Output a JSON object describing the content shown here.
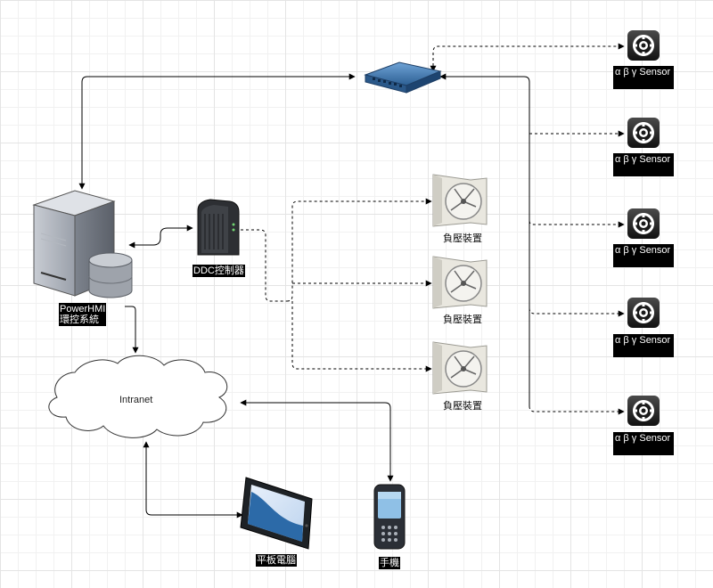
{
  "nodes": {
    "server_label_line1": "PowerHMI",
    "server_label_line2": "環控系統",
    "ddc_label": "DDC控制器",
    "fan_label_1": "負壓裝置",
    "fan_label_2": "負壓裝置",
    "fan_label_3": "負壓裝置",
    "cloud_label": "Intranet",
    "tablet_label": "平板電腦",
    "phone_label": "手機"
  },
  "sensors": [
    {
      "label": "α  β  γ Sensor"
    },
    {
      "label": "α  β  γ Sensor"
    },
    {
      "label": "α  β  γ Sensor"
    },
    {
      "label": "α  β  γ Sensor"
    },
    {
      "label": "α  β  γ Sensor"
    }
  ]
}
